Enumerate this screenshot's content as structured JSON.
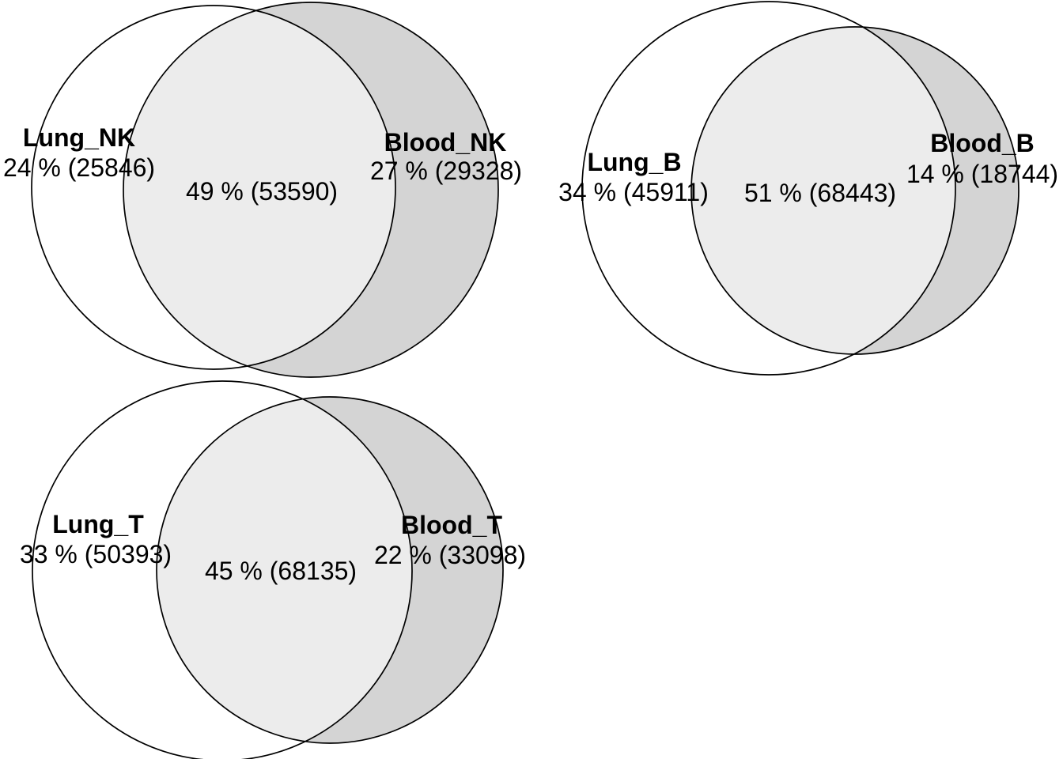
{
  "colors": {
    "background": "#ffffff",
    "left_circle_fill": "#ffffff",
    "right_circle_fill": "#d4d4d4",
    "intersection_fill": "#ececec",
    "circle_outline": "#000000",
    "label_color": "#000000"
  },
  "chart_data": [
    {
      "type": "venn",
      "sets": [
        {
          "name": "Lung_NK",
          "exclusive_percent": 24,
          "exclusive_count": 25846,
          "exclusive_label": "24 % (25846)"
        },
        {
          "name": "Blood_NK",
          "exclusive_percent": 27,
          "exclusive_count": 29328,
          "exclusive_label": "27 % (29328)"
        }
      ],
      "intersection": {
        "percent": 49,
        "count": 53590,
        "label": "49 % (53590)"
      }
    },
    {
      "type": "venn",
      "sets": [
        {
          "name": "Lung_B",
          "exclusive_percent": 34,
          "exclusive_count": 45911,
          "exclusive_label": "34 % (45911)"
        },
        {
          "name": "Blood_B",
          "exclusive_percent": 14,
          "exclusive_count": 18744,
          "exclusive_label": "14 % (18744)"
        }
      ],
      "intersection": {
        "percent": 51,
        "count": 68443,
        "label": "51 % (68443)"
      }
    },
    {
      "type": "venn",
      "sets": [
        {
          "name": "Lung_T",
          "exclusive_percent": 33,
          "exclusive_count": 50393,
          "exclusive_label": "33 % (50393)"
        },
        {
          "name": "Blood_T",
          "exclusive_percent": 22,
          "exclusive_count": 33098,
          "exclusive_label": "22 % (33098)"
        }
      ],
      "intersection": {
        "percent": 45,
        "count": 68135,
        "label": "45 % (68135)"
      }
    }
  ]
}
